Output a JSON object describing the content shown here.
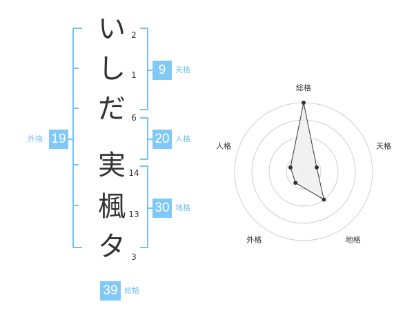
{
  "name_chars": [
    {
      "char": "い",
      "strokes": "2"
    },
    {
      "char": "し",
      "strokes": "1"
    },
    {
      "char": "だ",
      "strokes": "6"
    },
    {
      "char": "実",
      "strokes": "14"
    },
    {
      "char": "楓",
      "strokes": "13"
    },
    {
      "char": "タ",
      "strokes": "3"
    }
  ],
  "kaku": {
    "tenkaku": {
      "label": "天格",
      "value": "9"
    },
    "jinkaku": {
      "label": "人格",
      "value": "20"
    },
    "chikaku": {
      "label": "地格",
      "value": "30"
    },
    "gaikaku": {
      "label": "外格",
      "value": "19"
    },
    "soukaku": {
      "label": "総格",
      "value": "39"
    }
  },
  "chart_data": {
    "type": "radar",
    "axes": [
      "総格",
      "天格",
      "地格",
      "外格",
      "人格"
    ],
    "values": [
      1.0,
      0.2,
      0.5,
      0.2,
      0.2
    ],
    "rings": 4,
    "colors": {
      "fill": "#efefef",
      "line": "#333333",
      "ring": "#cfcfcf",
      "center": "#cccccc"
    }
  },
  "colors": {
    "accent": "#80c8f6",
    "bracket": "#74c2f2",
    "text": "#333333"
  }
}
